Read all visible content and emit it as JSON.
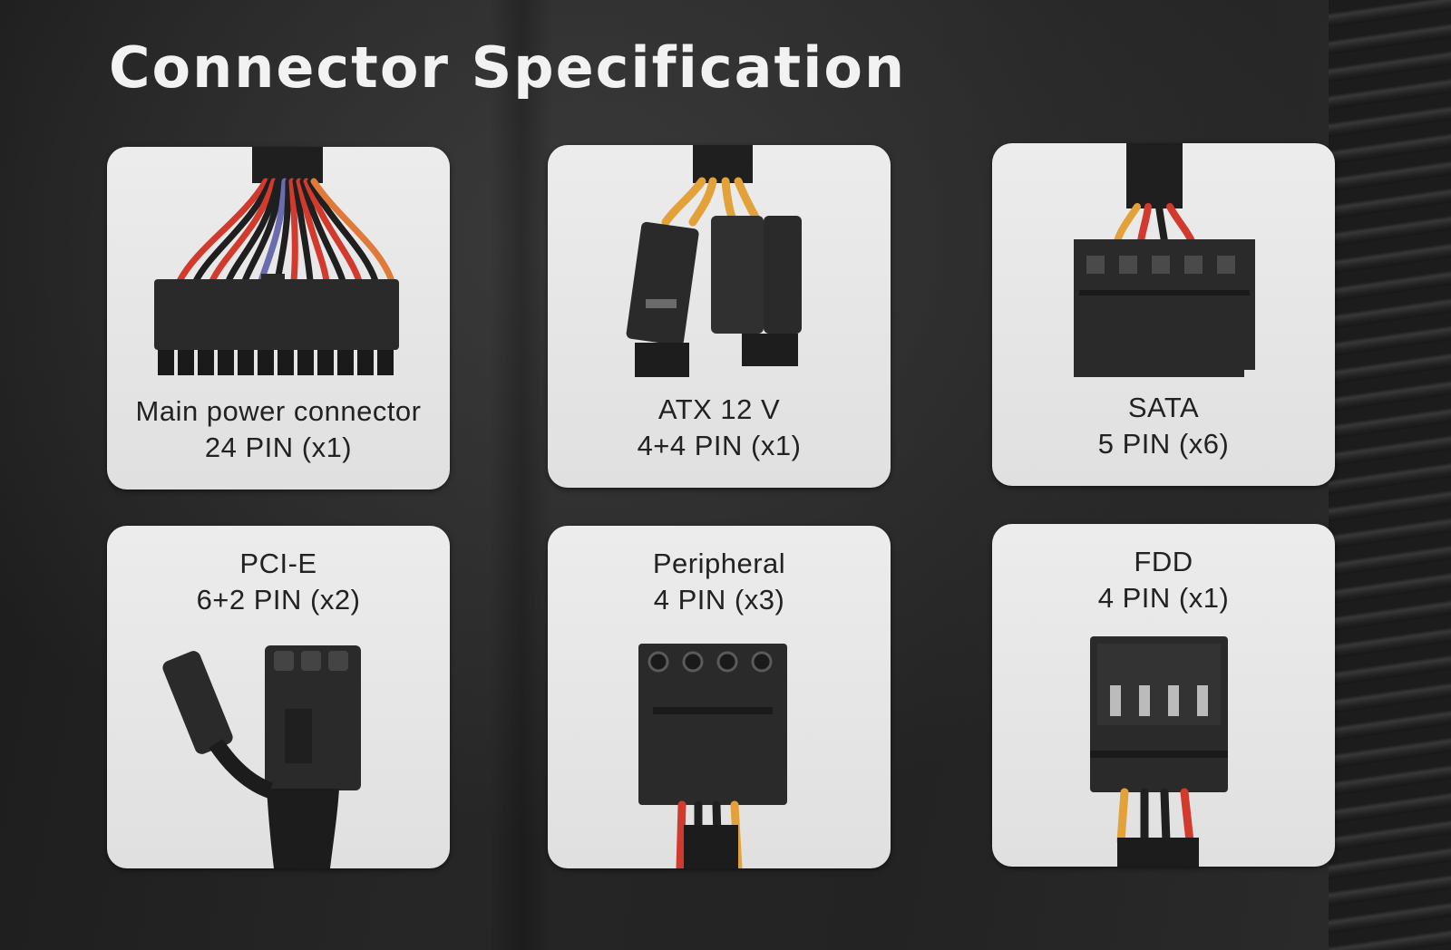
{
  "title": "Connector Specification",
  "connectors": [
    {
      "name": "Main power connector",
      "spec": "24 PIN (x1)",
      "icon": "24-pin-atx-connector-icon"
    },
    {
      "name": "ATX 12 V",
      "spec": "4+4 PIN (x1)",
      "icon": "eps-4plus4-connector-icon"
    },
    {
      "name": "SATA",
      "spec": "5 PIN (x6)",
      "icon": "sata-connector-icon"
    },
    {
      "name": "PCI-E",
      "spec": "6+2 PIN (x2)",
      "icon": "pcie-6plus2-connector-icon"
    },
    {
      "name": "Peripheral",
      "spec": "4 PIN (x3)",
      "icon": "molex-4-pin-connector-icon"
    },
    {
      "name": "FDD",
      "spec": "4 PIN (x1)",
      "icon": "fdd-4-pin-connector-icon"
    }
  ],
  "colors": {
    "background": "#232323",
    "card": "#e6e6e6",
    "connector_body": "#2a2a2a",
    "wire_red": "#d23a2e",
    "wire_orange": "#e3a13a",
    "wire_black": "#1f1f1f"
  }
}
